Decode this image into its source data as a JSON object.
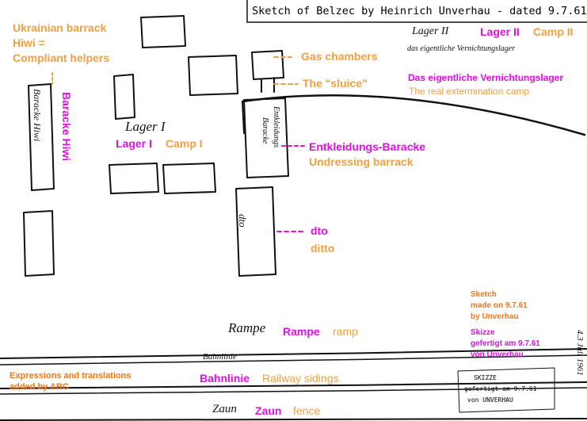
{
  "title": "Sketch of Belzec by Heinrich Unverhau - dated 9.7.61",
  "labels": {
    "ukrainian_barrack": "Ukrainian barrack",
    "hiwi_eq": "Hiwi =",
    "compliant_helpers": "Compliant helpers",
    "baracke_hiwi": "Baracke Hiwi",
    "lager_i": "Lager I",
    "camp_i": "Camp I",
    "gas_chambers": "Gas chambers",
    "sluice": "The \"sluice\"",
    "lager_ii": "Lager II",
    "camp_ii": "Camp II",
    "vernichtungslager": "Das eigentliche Vernichtungslager",
    "extermination_camp": "The real extermination camp",
    "entkleidungs": "Entkleidungs-Baracke",
    "undressing": "Undressing barrack",
    "dto": "dto",
    "ditto": "ditto",
    "sketch_made": [
      "Sketch",
      "made on 9.7.61",
      "by Unverhau"
    ],
    "skizze": [
      "Skizze",
      "gefertigt am 9.7.61",
      "von Unverhau"
    ],
    "rampe": "Rampe",
    "ramp": "ramp",
    "expressions": [
      "Expressions and translations",
      "added by ARC"
    ],
    "bahnlinie": "Bahnlinie",
    "railway": "Railway sidings",
    "zaun": "Zaun",
    "fence": "fence"
  },
  "handwriting": {
    "lager_i": "Lager I",
    "lager_ii": "Lager II",
    "vernicht": "das eigentliche Vernichtungslager",
    "baracke_hiwi": "Baracke Hiwi",
    "entkleid": "Entkleidungs",
    "baracke": "Baracke",
    "dto": "dto",
    "rampe": "Rampe",
    "bahnlinie": "Bahnlinie",
    "zaun": "Zaun",
    "stamp": [
      "SKIZZE",
      "gefertigt am 9.7.61",
      "von UNVERHAU"
    ],
    "side_note": "4.3 Juli 1961"
  },
  "colors": {
    "magenta": "#e010e0",
    "orange": "#f0a040",
    "dark_orange": "#f07818",
    "ink": "#111111"
  }
}
